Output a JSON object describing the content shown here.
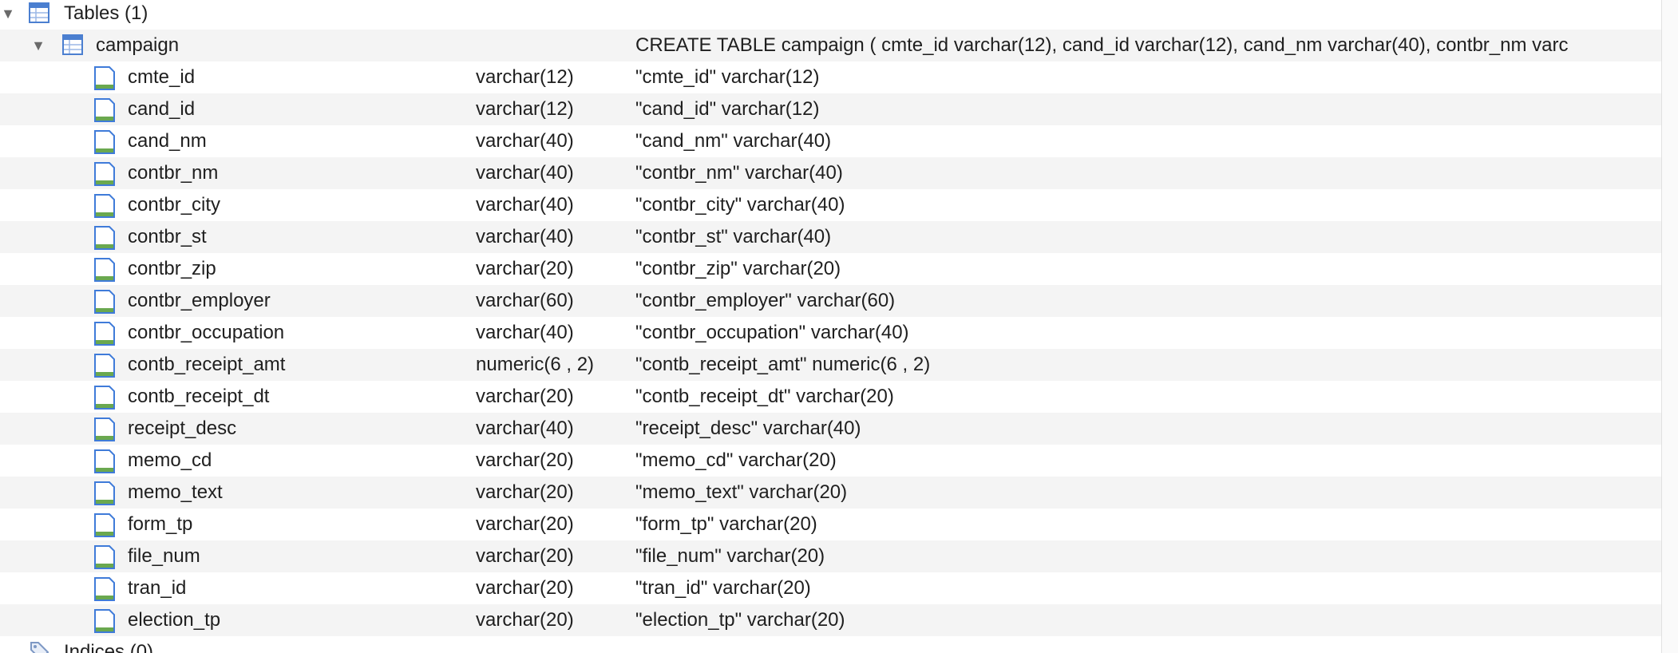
{
  "tables_node": {
    "label": "Tables (1)"
  },
  "table": {
    "name": "campaign",
    "ddl": "CREATE TABLE campaign ( cmte_id varchar(12), cand_id varchar(12), cand_nm varchar(40), contbr_nm varc"
  },
  "columns": [
    {
      "name": "cmte_id",
      "type": "varchar(12)",
      "def": "\"cmte_id\" varchar(12)"
    },
    {
      "name": "cand_id",
      "type": "varchar(12)",
      "def": "\"cand_id\" varchar(12)"
    },
    {
      "name": "cand_nm",
      "type": "varchar(40)",
      "def": "\"cand_nm\" varchar(40)"
    },
    {
      "name": "contbr_nm",
      "type": "varchar(40)",
      "def": "\"contbr_nm\" varchar(40)"
    },
    {
      "name": "contbr_city",
      "type": "varchar(40)",
      "def": "\"contbr_city\" varchar(40)"
    },
    {
      "name": "contbr_st",
      "type": "varchar(40)",
      "def": "\"contbr_st\" varchar(40)"
    },
    {
      "name": "contbr_zip",
      "type": "varchar(20)",
      "def": "\"contbr_zip\" varchar(20)"
    },
    {
      "name": "contbr_employer",
      "type": "varchar(60)",
      "def": "\"contbr_employer\" varchar(60)"
    },
    {
      "name": "contbr_occupation",
      "type": "varchar(40)",
      "def": "\"contbr_occupation\" varchar(40)"
    },
    {
      "name": "contb_receipt_amt",
      "type": "numeric(6 , 2)",
      "def": "\"contb_receipt_amt\" numeric(6 , 2)"
    },
    {
      "name": "contb_receipt_dt",
      "type": "varchar(20)",
      "def": "\"contb_receipt_dt\" varchar(20)"
    },
    {
      "name": "receipt_desc",
      "type": "varchar(40)",
      "def": "\"receipt_desc\" varchar(40)"
    },
    {
      "name": "memo_cd",
      "type": "varchar(20)",
      "def": "\"memo_cd\" varchar(20)"
    },
    {
      "name": "memo_text",
      "type": "varchar(20)",
      "def": "\"memo_text\" varchar(20)"
    },
    {
      "name": "form_tp",
      "type": "varchar(20)",
      "def": "\"form_tp\" varchar(20)"
    },
    {
      "name": "file_num",
      "type": "varchar(20)",
      "def": "\"file_num\" varchar(20)"
    },
    {
      "name": "tran_id",
      "type": "varchar(20)",
      "def": "\"tran_id\" varchar(20)"
    },
    {
      "name": "election_tp",
      "type": "varchar(20)",
      "def": "\"election_tp\" varchar(20)"
    }
  ],
  "indices_node": {
    "label": "Indices (0)"
  },
  "icons": {
    "expand": "disclosure-triangle-icon",
    "tables": "table-group-icon",
    "table": "table-icon",
    "column": "column-icon",
    "indices": "index-icon"
  },
  "colors": {
    "row_alt": "#f4f4f4",
    "icon_blue": "#3f7bd9",
    "icon_green": "#6aa84f"
  }
}
